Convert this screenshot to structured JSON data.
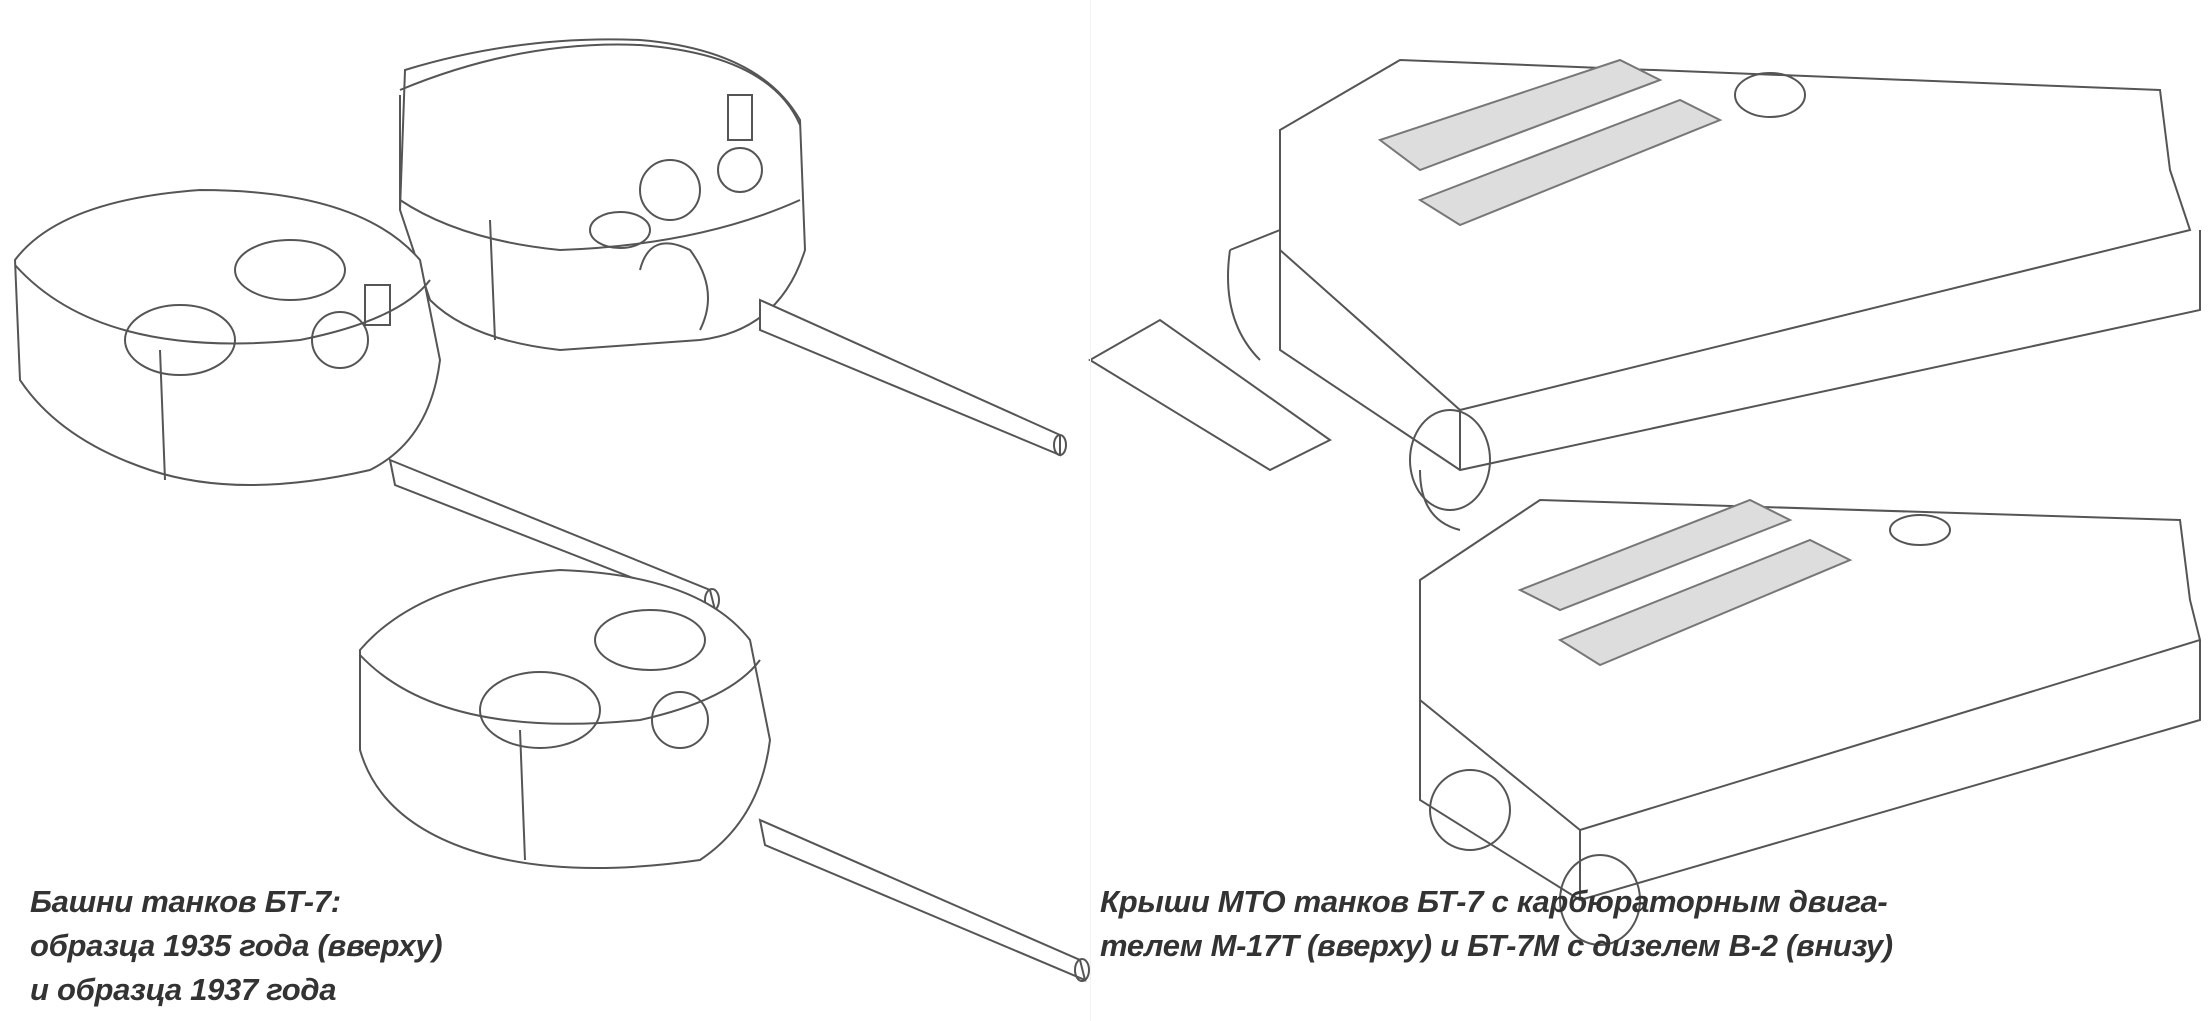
{
  "left_figure": {
    "caption_lines": [
      "Башни танков БТ-7:",
      "образца 1935 года (вверху)",
      "и образца 1937 года"
    ]
  },
  "right_figure": {
    "caption_lines": [
      "Крыши МТО танков БТ-7 с карбюраторным двига-",
      "телем М-17Т (вверху) и БТ-7М с дизелем В-2 (внизу)"
    ]
  },
  "colors": {
    "line": "#555555",
    "paper": "#ffffff",
    "mesh": "#777777"
  }
}
